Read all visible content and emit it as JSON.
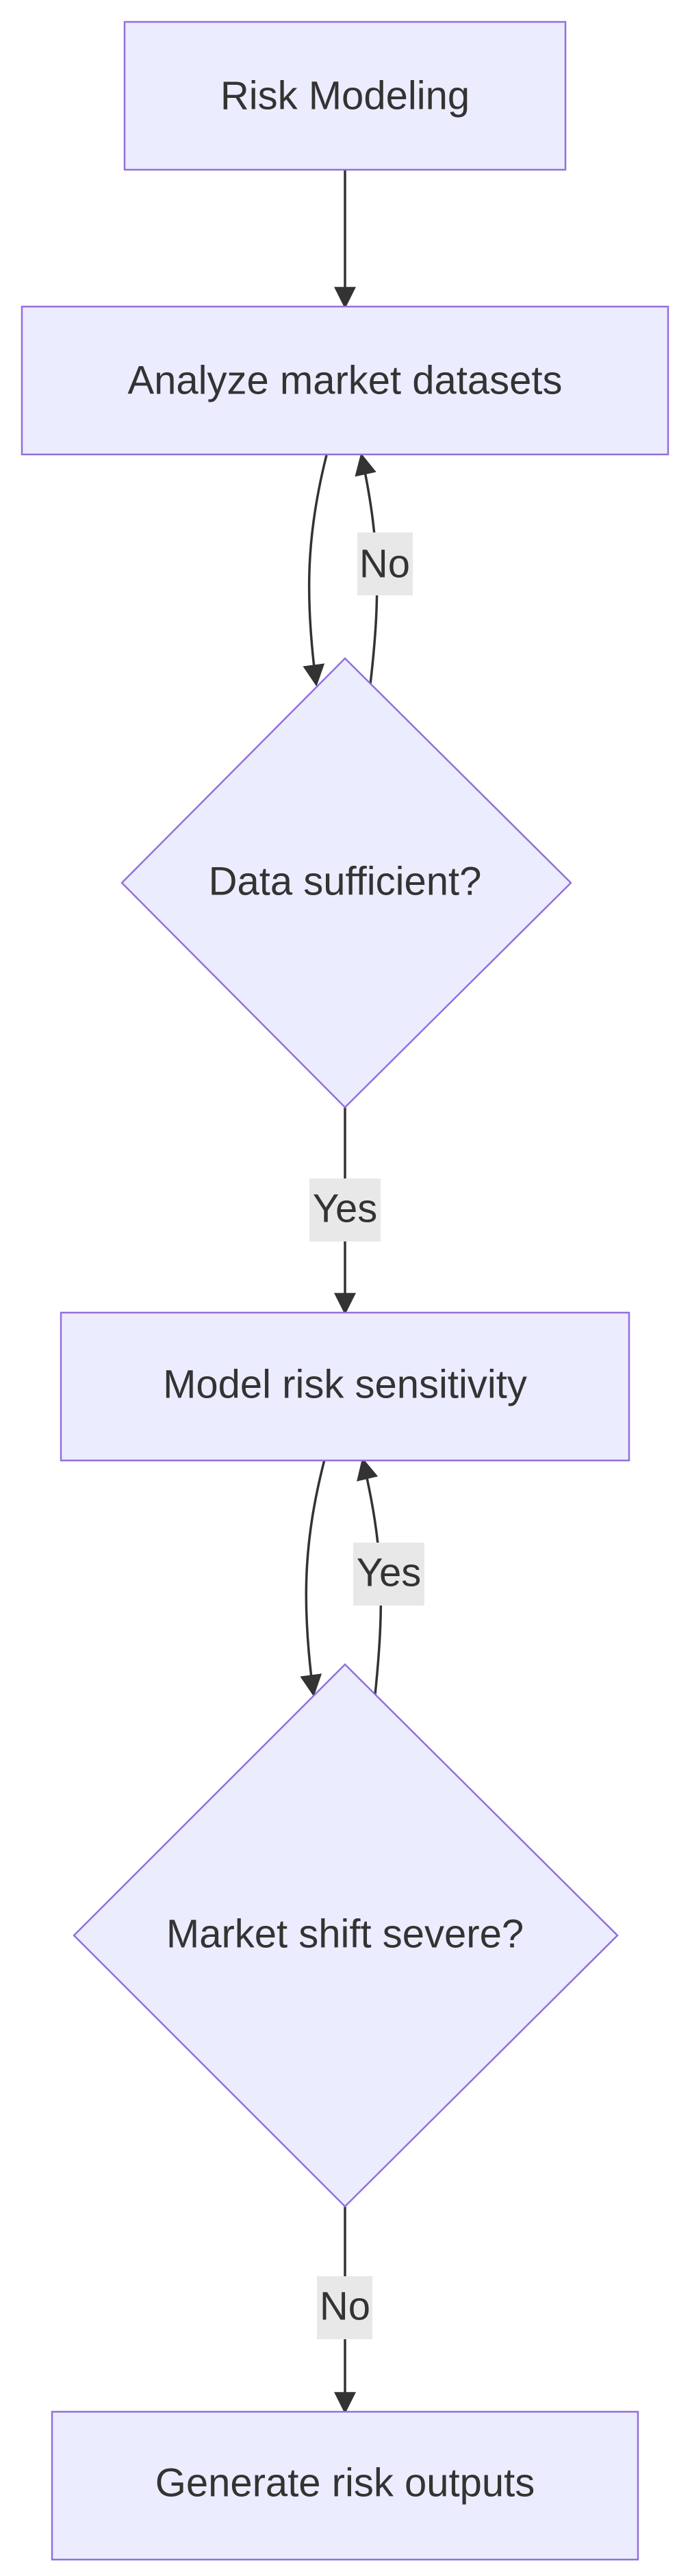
{
  "diagram": {
    "type": "flowchart",
    "colors": {
      "node_fill": "#ececff",
      "node_stroke": "#9370db",
      "edge": "#333333",
      "text": "#333333",
      "label_bg": "#e8e8e8"
    },
    "nodes": [
      {
        "id": "risk-modeling",
        "shape": "rect",
        "label": "Risk Modeling"
      },
      {
        "id": "analyze-market-datasets",
        "shape": "rect",
        "label": "Analyze market datasets"
      },
      {
        "id": "data-sufficient",
        "shape": "diamond",
        "label": "Data sufficient?"
      },
      {
        "id": "model-risk-sensitivity",
        "shape": "rect",
        "label": "Model risk sensitivity"
      },
      {
        "id": "market-shift-severe",
        "shape": "diamond",
        "label": "Market shift severe?"
      },
      {
        "id": "generate-risk-outputs",
        "shape": "rect",
        "label": "Generate risk outputs"
      }
    ],
    "edges": [
      {
        "from": "risk-modeling",
        "to": "analyze-market-datasets",
        "label": ""
      },
      {
        "from": "analyze-market-datasets",
        "to": "data-sufficient",
        "label": ""
      },
      {
        "from": "data-sufficient",
        "to": "analyze-market-datasets",
        "label": "No"
      },
      {
        "from": "data-sufficient",
        "to": "model-risk-sensitivity",
        "label": "Yes"
      },
      {
        "from": "model-risk-sensitivity",
        "to": "market-shift-severe",
        "label": ""
      },
      {
        "from": "market-shift-severe",
        "to": "model-risk-sensitivity",
        "label": "Yes"
      },
      {
        "from": "market-shift-severe",
        "to": "generate-risk-outputs",
        "label": "No"
      }
    ]
  }
}
